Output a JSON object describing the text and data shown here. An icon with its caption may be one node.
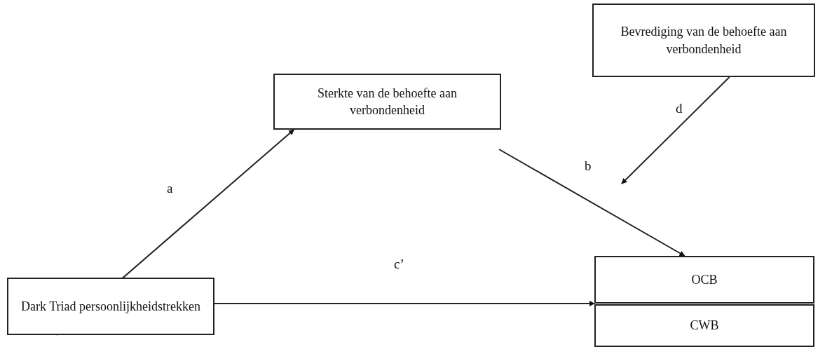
{
  "diagram": {
    "nodes": [
      {
        "text": [
          "Bevrediging van de behoefte aan verbondenheid"
        ]
      },
      {
        "text": [
          "Sterkte van de behoefte aan verbondenheid"
        ]
      },
      {
        "text": [
          "Dark Triad persoonlijkheidstrekken"
        ]
      },
      {
        "text": [
          "OCB"
        ]
      },
      {
        "text": [
          "CWB"
        ]
      }
    ],
    "edges": [
      {
        "from": 2,
        "to": 1,
        "arrow": "to",
        "label": "a"
      },
      {
        "from": 1,
        "to": 3,
        "arrow": "to",
        "label": "b"
      },
      {
        "from": 0,
        "to": null,
        "arrow": "to",
        "label": "d"
      },
      {
        "from": 2,
        "to": 3,
        "arrow": "to",
        "label": "c’"
      }
    ]
  }
}
